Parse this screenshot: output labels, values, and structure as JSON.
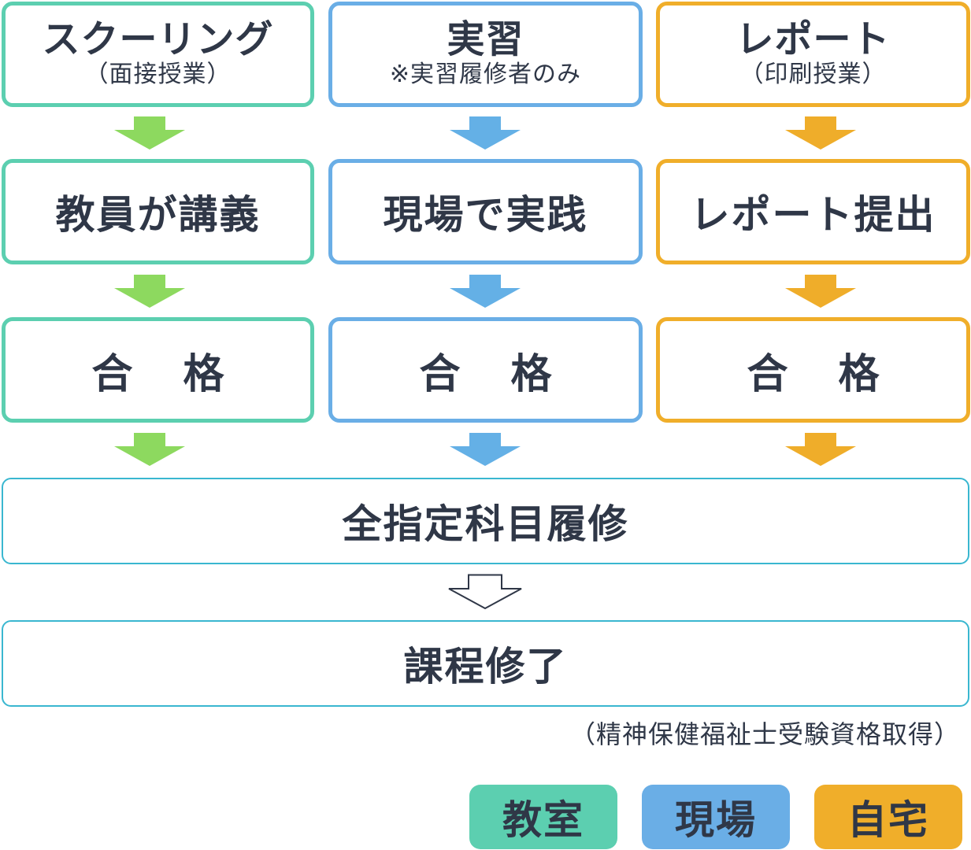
{
  "columns": [
    {
      "title": "スクーリング",
      "subtitle": "（面接授業）",
      "step2": "教員が講義",
      "step3": [
        "合",
        "格"
      ]
    },
    {
      "title": "実習",
      "subtitle": "※実習履修者のみ",
      "step2": "現場で実践",
      "step3": [
        "合",
        "格"
      ]
    },
    {
      "title": "レポート",
      "subtitle": "（印刷授業）",
      "step2": "レポート提出",
      "step3": [
        "合",
        "格"
      ]
    }
  ],
  "colors": {
    "green": "#5ccfb0",
    "blue": "#6aaee6",
    "orange": "#f0ae2a",
    "arrow_green": "#8dd95f",
    "arrow_blue": "#64b0e6",
    "arrow_orange": "#efad2a",
    "wide_border": "#3ab7d0"
  },
  "merge": {
    "label": "全指定科目履修"
  },
  "result": {
    "label": "課程修了",
    "note": "（精神保健福祉士受験資格取得）"
  },
  "legend": [
    {
      "label": "教室",
      "color": "#5ccfb0"
    },
    {
      "label": "現場",
      "color": "#6aaee6"
    },
    {
      "label": "自宅",
      "color": "#f0ae2a"
    }
  ]
}
